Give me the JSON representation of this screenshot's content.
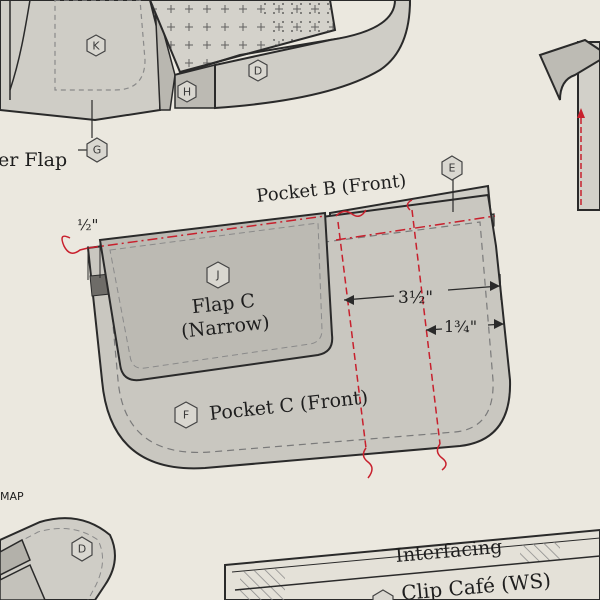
{
  "labels": {
    "outer_flap": "er Flap",
    "pocket_b": "Pocket B (Front)",
    "flap_c_line1": "Flap C",
    "flap_c_line2": "(Narrow)",
    "pocket_c": "Pocket C (Front)",
    "interfacing": "Interfacing",
    "clip": "Clip Café (WS)",
    "partial_map": "MAP"
  },
  "hex_markers": {
    "k": "K",
    "h": "H",
    "d_top": "D",
    "g": "G",
    "e": "E",
    "j": "J",
    "f": "F",
    "d_bottom": "D"
  },
  "dimensions": {
    "half": "½\"",
    "three_half": "3½\"",
    "one_three_quarter": "1¾\""
  },
  "colors": {
    "background": "#ebe8df",
    "fabric": "#c9c7c0",
    "fabric_dark": "#b3b1aa",
    "outline": "#2a2a2a",
    "cut_line": "#c8202d",
    "seam": "#7a7a7a"
  }
}
